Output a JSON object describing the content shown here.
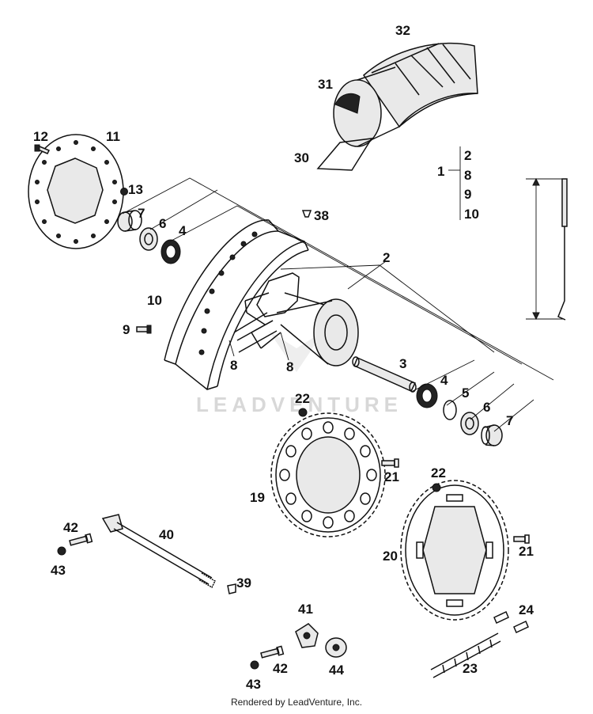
{
  "watermark": "LEADVENTURE",
  "footer": "Rendered by LeadVenture, Inc.",
  "callouts": {
    "c1": "1",
    "c2": "2",
    "c2b": "2",
    "c3": "3",
    "c4": "4",
    "c4b": "4",
    "c5": "5",
    "c6": "6",
    "c6b": "6",
    "c7": "7",
    "c7b": "7",
    "c8": "8",
    "c8a": "8",
    "c8b": "8",
    "c9": "9",
    "c9b": "9",
    "c10": "10",
    "c10b": "10",
    "c11": "11",
    "c12": "12",
    "c13": "13",
    "c19": "19",
    "c20": "20",
    "c21": "21",
    "c21b": "21",
    "c22": "22",
    "c22b": "22",
    "c23": "23",
    "c24": "24",
    "c30": "30",
    "c31": "31",
    "c32": "32",
    "c38": "38",
    "c39": "39",
    "c40": "40",
    "c41": "41",
    "c42": "42",
    "c42b": "42",
    "c43": "43",
    "c43b": "43",
    "c44": "44"
  }
}
